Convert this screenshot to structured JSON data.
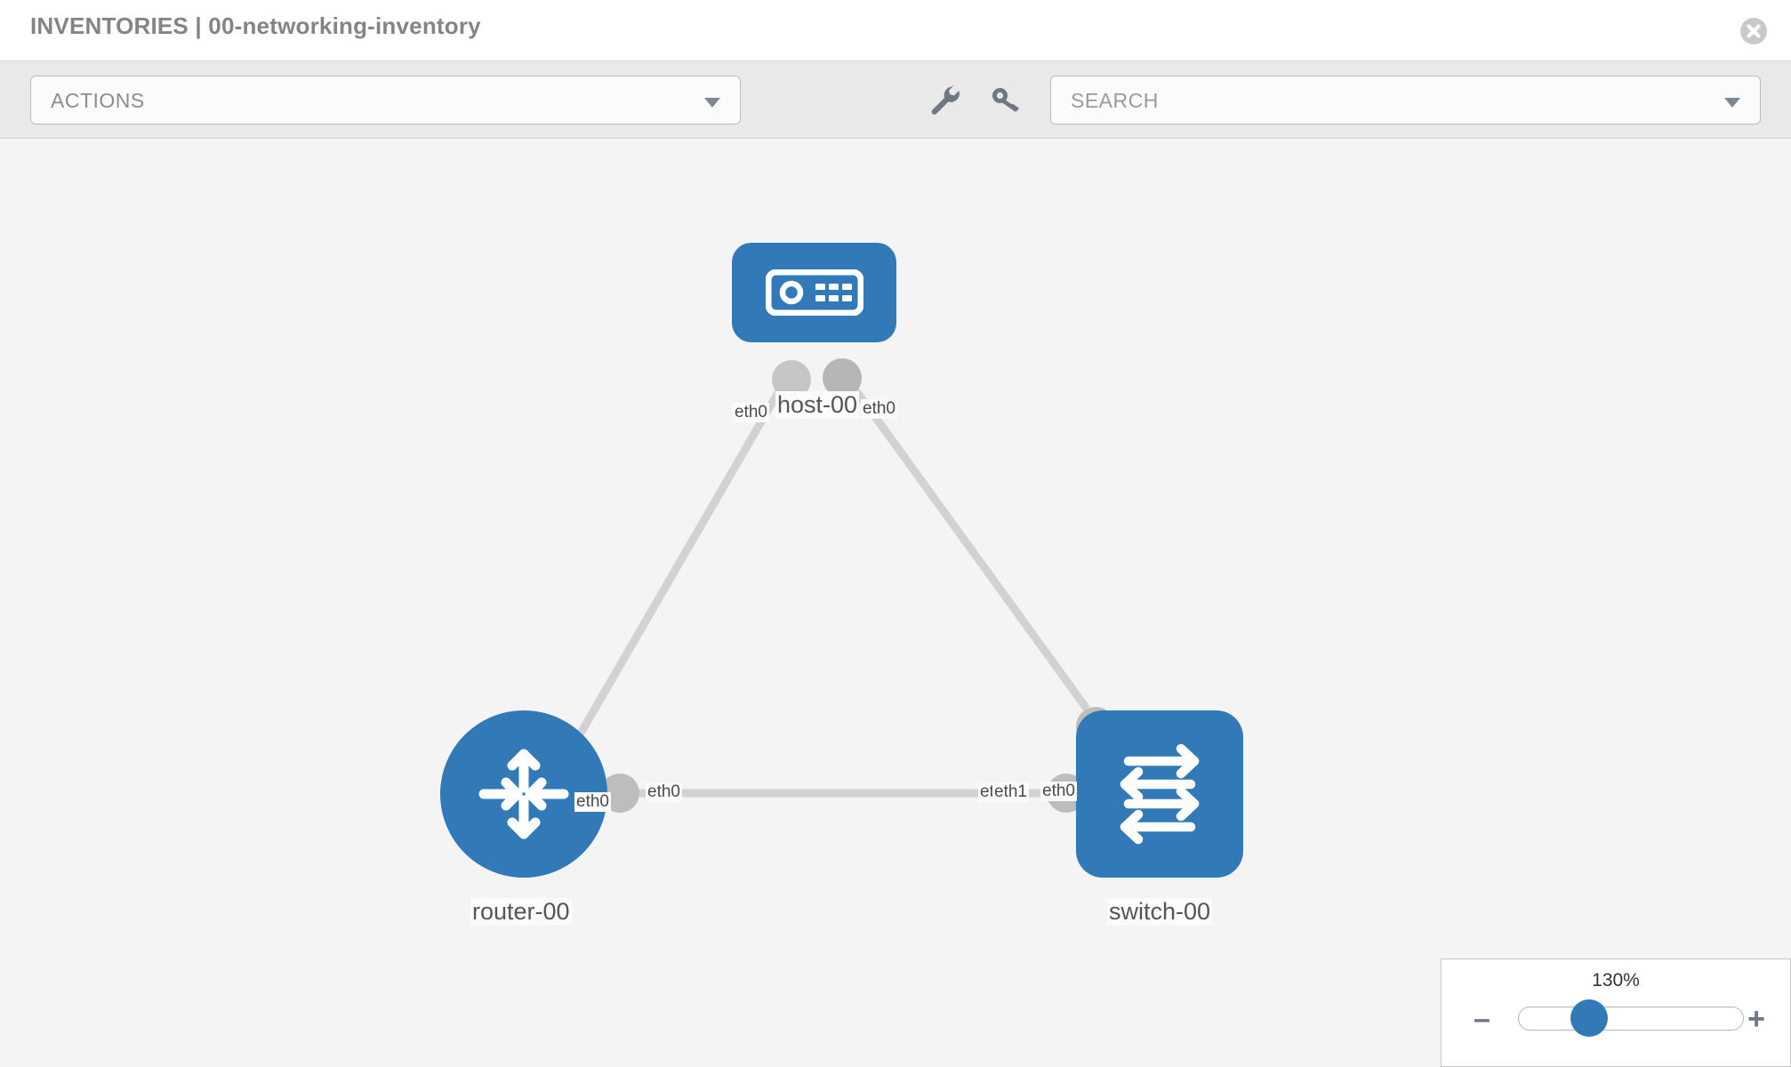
{
  "header": {
    "title": "INVENTORIES | 00-networking-inventory",
    "close_icon": "close-circle-icon"
  },
  "toolbar": {
    "actions_label": "ACTIONS",
    "actions_caret": "chevron-down-icon",
    "wrench_icon": "wrench-icon",
    "key_icon": "key-icon",
    "search_placeholder": "SEARCH",
    "search_caret": "chevron-down-icon"
  },
  "topology": {
    "nodes": [
      {
        "id": "host-00",
        "label": "host-00",
        "type": "host",
        "icon": "server-appliance-icon"
      },
      {
        "id": "router-00",
        "label": "router-00",
        "type": "router",
        "icon": "four-arrows-converging-icon"
      },
      {
        "id": "switch-00",
        "label": "switch-00",
        "type": "switch",
        "icon": "bidirectional-arrows-icon"
      }
    ],
    "edges": [
      {
        "from": "host-00",
        "to": "router-00",
        "from_label": "eth0",
        "to_label": "eth0"
      },
      {
        "from": "host-00",
        "to": "switch-00",
        "from_label": "eth0",
        "to_label": "eth0"
      },
      {
        "from": "router-00",
        "to": "switch-00",
        "from_label": "eth0",
        "to_label": "eth1",
        "to_label_under": "eth0"
      }
    ],
    "edge_labels": {
      "host_left": "eth0",
      "host_right": "eth0",
      "router_up": "eth0",
      "switch_up": "eth0",
      "router_right": "eth0",
      "switch_left_under": "eth",
      "switch_left": "eth1"
    }
  },
  "zoom": {
    "value": "130%",
    "minus_label": "–",
    "plus_label": "+"
  },
  "colors": {
    "node_blue": "#3279b7",
    "canvas_bg": "#f4f4f4",
    "toolbar_bg": "#e9e9e9",
    "edge_grey": "#d2d2d2",
    "connector_grey": "#bdbdbd"
  }
}
